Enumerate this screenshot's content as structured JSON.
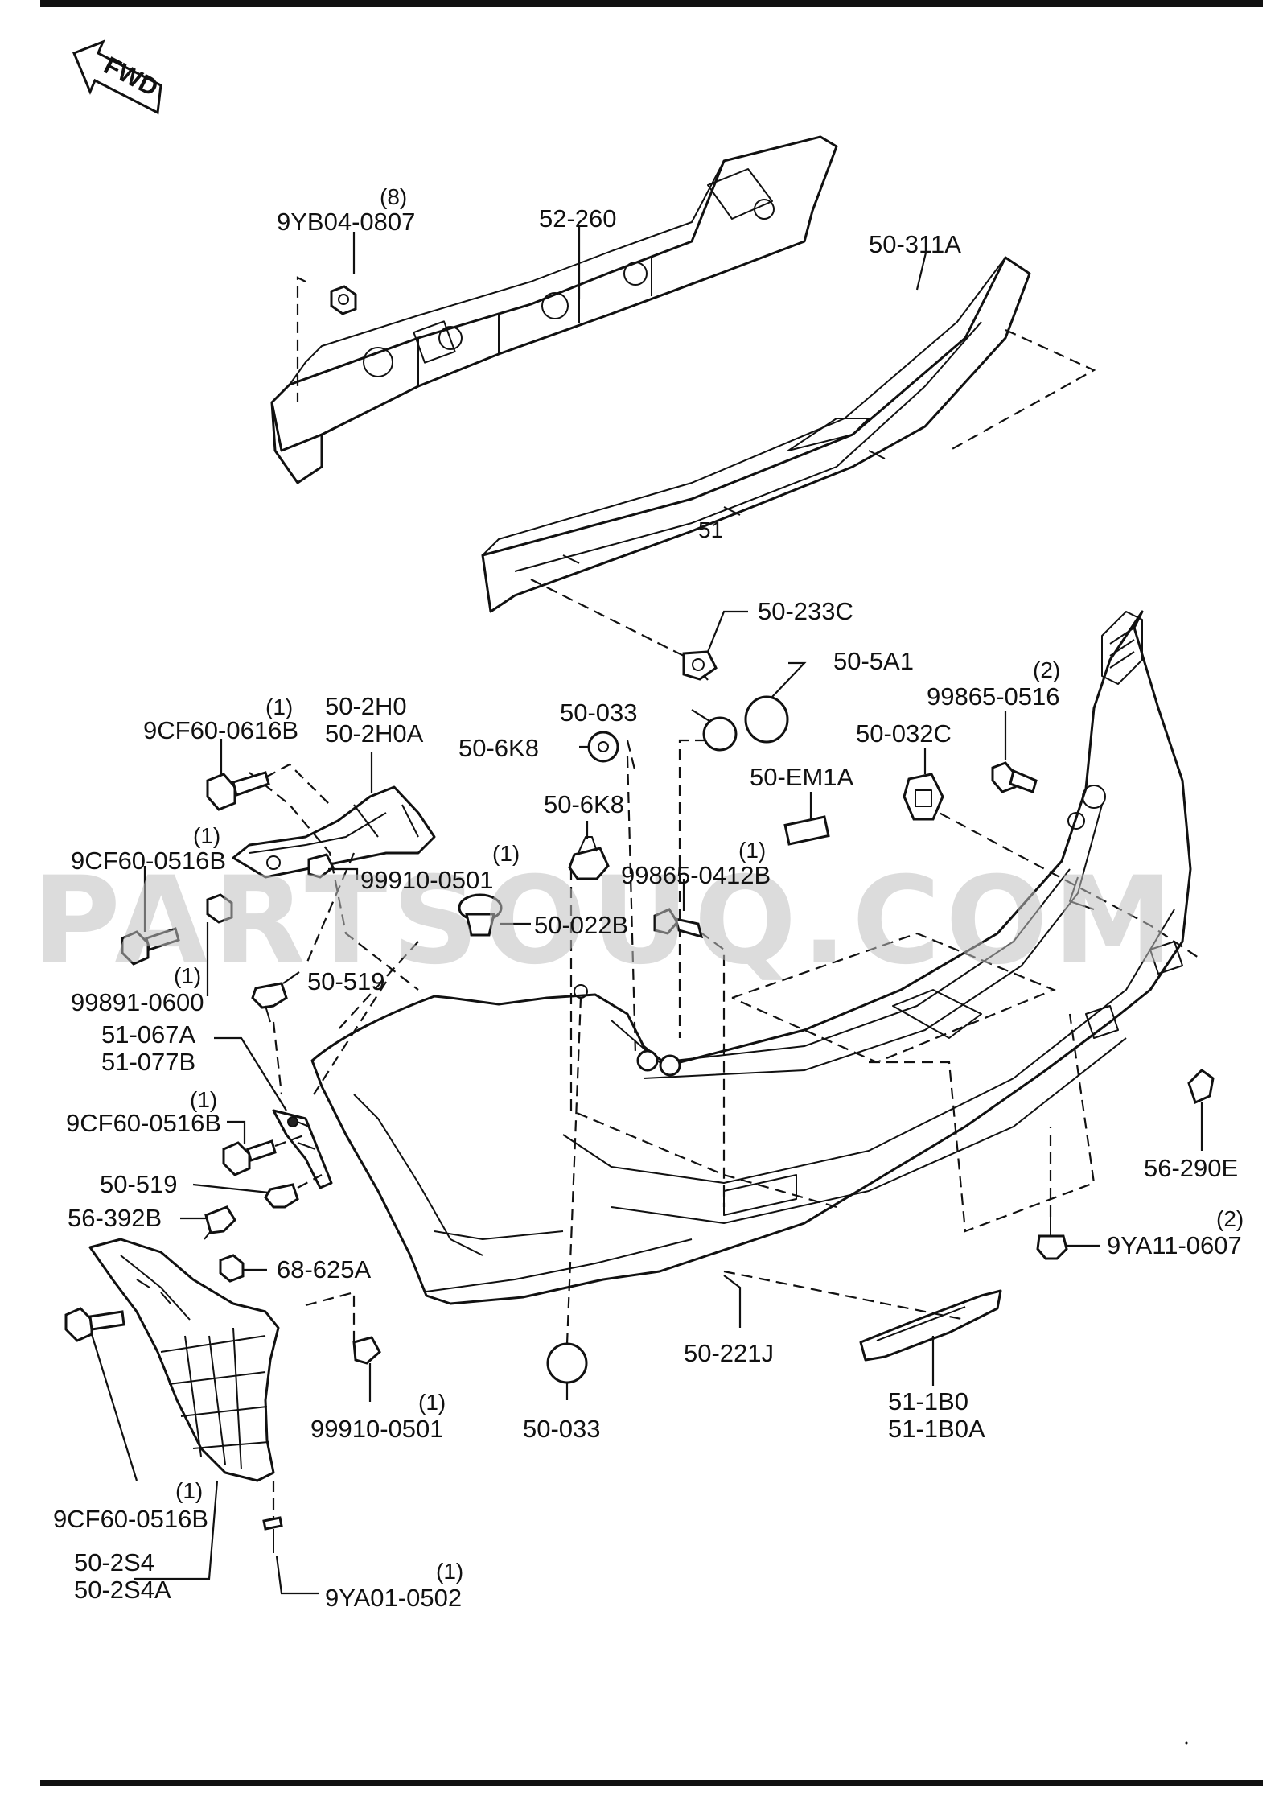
{
  "fwd_label": "FWD",
  "watermark": "PARTSOUQ.COM",
  "parts": {
    "nut_top": {
      "code": "9YB04-0807",
      "qty": "(8)"
    },
    "reinforcement": {
      "code": "52-260"
    },
    "absorber": {
      "code": "50-311A"
    },
    "clip_233c": {
      "code": "50-233C"
    },
    "plug_5a1": {
      "code": "50-5A1"
    },
    "bolt_99865_0516": {
      "code": "99865-0516",
      "qty": "(2)"
    },
    "plug_033_top": {
      "code": "50-033"
    },
    "clip_6k8_a": {
      "code": "50-6K8"
    },
    "clip_6k8_b": {
      "code": "50-6K8"
    },
    "retainer_032c": {
      "code": "50-032C"
    },
    "emblem_em1a": {
      "code": "50-EM1A"
    },
    "bolt_9cf60_0616b": {
      "code": "9CF60-0616B",
      "qty": "(1)"
    },
    "bracket_2h0": {
      "code_1": "50-2H0",
      "code_2": "50-2H0A"
    },
    "bolt_9cf60_0516b_a": {
      "code": "9CF60-0516B",
      "qty": "(1)"
    },
    "clip_99910_a": {
      "code": "99910-0501",
      "qty": "(1)"
    },
    "screw_99865_0412b": {
      "code": "99865-0412B",
      "qty": "(1)"
    },
    "nut_99891": {
      "code": "99891-0600",
      "qty": "(1)"
    },
    "clip_022b": {
      "code": "50-022B"
    },
    "clip_519_a": {
      "code": "50-519"
    },
    "bracket_067a": {
      "code_1": "51-067A",
      "code_2": "51-077B"
    },
    "bolt_9cf60_0516b_b": {
      "code": "9CF60-0516B",
      "qty": "(1)"
    },
    "clip_519_b": {
      "code": "50-519"
    },
    "clip_392b": {
      "code": "56-392B"
    },
    "nut_625a": {
      "code": "68-625A"
    },
    "clip_99910_b": {
      "code": "99910-0501",
      "qty": "(1)"
    },
    "plug_033_bottom": {
      "code": "50-033"
    },
    "bumper": {
      "code": "50-221J"
    },
    "reflector": {
      "code_1": "51-1B0",
      "code_2": "51-1B0A"
    },
    "clip_290e": {
      "code": "56-290E"
    },
    "clip_9ya11": {
      "code": "9YA11-0607",
      "qty": "(2)"
    },
    "bolt_9cf60_0516b_c": {
      "code": "9CF60-0516B",
      "qty": "(1)"
    },
    "mudguard": {
      "code_1": "50-2S4",
      "code_2": "50-2S4A"
    },
    "screw_9ya01": {
      "code": "9YA01-0502",
      "qty": "(1)"
    }
  }
}
